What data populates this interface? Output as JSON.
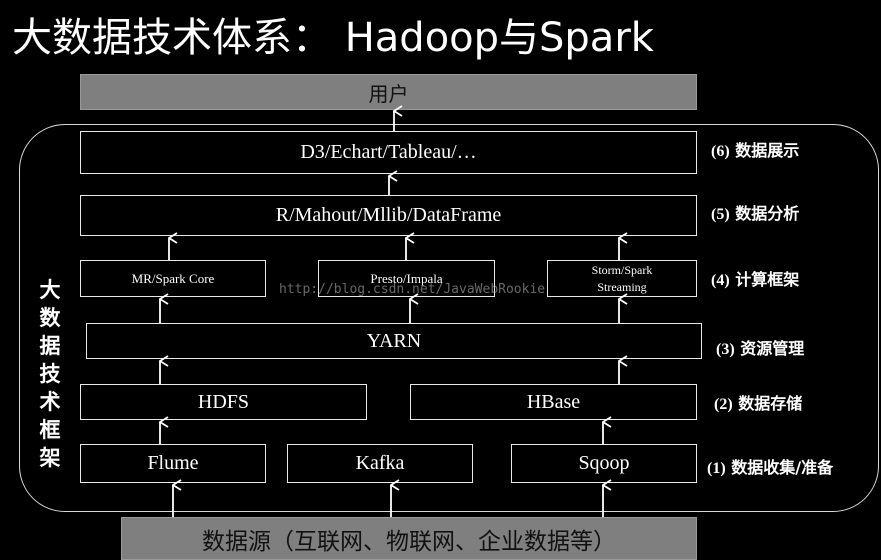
{
  "title": "大数据技术体系： Hadoop与Spark",
  "top_bar": "用户",
  "bottom_bar": "数据源（互联网、物联网、企业数据等）",
  "side_label": [
    "大",
    "数",
    "据",
    "技",
    "术",
    "框",
    "架"
  ],
  "watermark": "http://blog.csdn.net/JavaWebRookie",
  "layers": [
    {
      "num": "(6)",
      "name": "数据展示",
      "boxes": [
        "D3/Echart/Tableau/…"
      ]
    },
    {
      "num": "(5)",
      "name": "数据分析",
      "boxes": [
        "R/Mahout/Mllib/DataFrame"
      ]
    },
    {
      "num": "(4)",
      "name": "计算框架",
      "boxes": [
        "MR/Spark Core",
        "Presto/Impala",
        "Storm/Spark Streaming"
      ]
    },
    {
      "num": "(3)",
      "name": "资源管理",
      "boxes": [
        "YARN"
      ]
    },
    {
      "num": "(2)",
      "name": "数据存储",
      "boxes": [
        "HDFS",
        "HBase"
      ]
    },
    {
      "num": "(1)",
      "name": "数据收集/准备",
      "boxes": [
        "Flume",
        "Kafka",
        "Sqoop"
      ]
    }
  ]
}
